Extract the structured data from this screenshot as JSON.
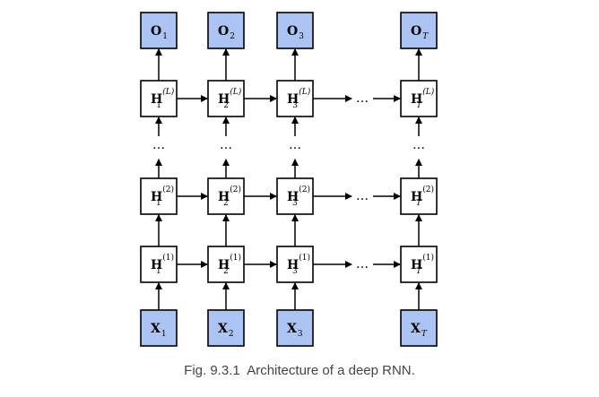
{
  "caption": "Fig. 9.3.1  Architecture of a deep RNN.",
  "colors": {
    "io_fill": "#abc4f4",
    "hidden_fill": "#ffffff",
    "stroke": "#000000"
  },
  "columns": [
    {
      "sub": "1",
      "italic": false
    },
    {
      "sub": "2",
      "italic": false
    },
    {
      "sub": "3",
      "italic": false
    },
    {
      "sub": "T",
      "italic": true
    }
  ],
  "output_letter": "O",
  "input_letter": "X",
  "hidden_letter": "H",
  "hidden_layers": [
    {
      "sup": "(L)",
      "italic": true
    },
    {
      "sup": "(2)",
      "italic": false
    },
    {
      "sup": "(1)",
      "italic": false
    }
  ],
  "ellipsis": "…"
}
